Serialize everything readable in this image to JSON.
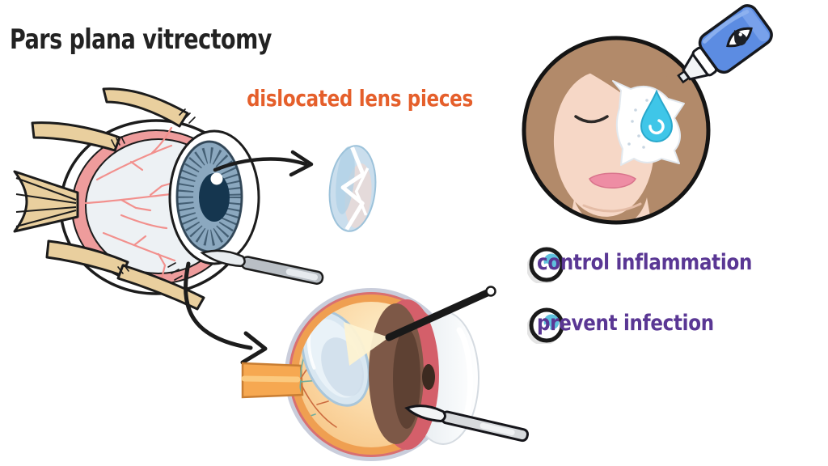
{
  "title": "Pars plana vitrectomy",
  "annotations": {
    "dislocated_lens_label": "dislocated lens pieces"
  },
  "aftercare": {
    "items": [
      {
        "label": "control inflammation"
      },
      {
        "label": "prevent infection"
      }
    ]
  },
  "icons": {
    "bullet": "eye-drop-bullet-icon",
    "bottle": "eyedrop-bottle-icon",
    "scalpel": "scalpel-icon",
    "light_pipe": "light-pipe-icon",
    "arrow": "arrow-icon"
  },
  "colors": {
    "background": "#ffffff",
    "title_text": "#222222",
    "annotation_orange": "#e55f2b",
    "aftercare_purple": "#5a3794",
    "iris_blue": "#8ba8bf",
    "pupil_navy": "#15364f",
    "muscle_tan": "#e9cf9e",
    "choroid_pink": "#ee9c9c",
    "vessel_pink": "#f2908d",
    "fundus_orange": "#ef9f51",
    "fundus_peach": "#fbd8a5",
    "lens_blue": "#d9e7f1",
    "drop_cyan": "#3fc6e8",
    "bottle_blue": "#5c8ce2",
    "hair_brown": "#b28a6a",
    "skin_tone": "#f6d7c6",
    "lips_pink": "#ee8da4"
  }
}
